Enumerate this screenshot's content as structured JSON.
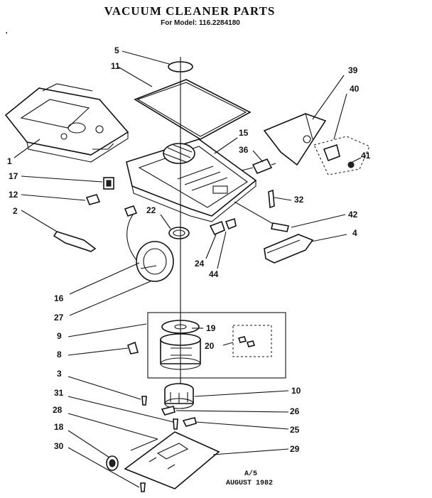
{
  "header": {
    "title": "VACUUM CLEANER PARTS",
    "model": "For Model: 116.2284180",
    "mark": "❜"
  },
  "footer": {
    "code": "A/5",
    "date": "AUGUST 1982"
  },
  "callouts": [
    "5",
    "11",
    "39",
    "40",
    "1",
    "15",
    "36",
    "41",
    "17",
    "12",
    "32",
    "2",
    "22",
    "42",
    "4",
    "24",
    "44",
    "16",
    "27",
    "9",
    "19",
    "20",
    "8",
    "3",
    "10",
    "31",
    "26",
    "28",
    "25",
    "18",
    "29",
    "30"
  ],
  "icons": [
    "lid-part",
    "gasket-part",
    "housing-part",
    "cord-reel-part",
    "motor-part",
    "fan-part",
    "bumper-part",
    "switch-part",
    "filter-part",
    "base-plate-part",
    "screw-part",
    "wheel-part"
  ]
}
